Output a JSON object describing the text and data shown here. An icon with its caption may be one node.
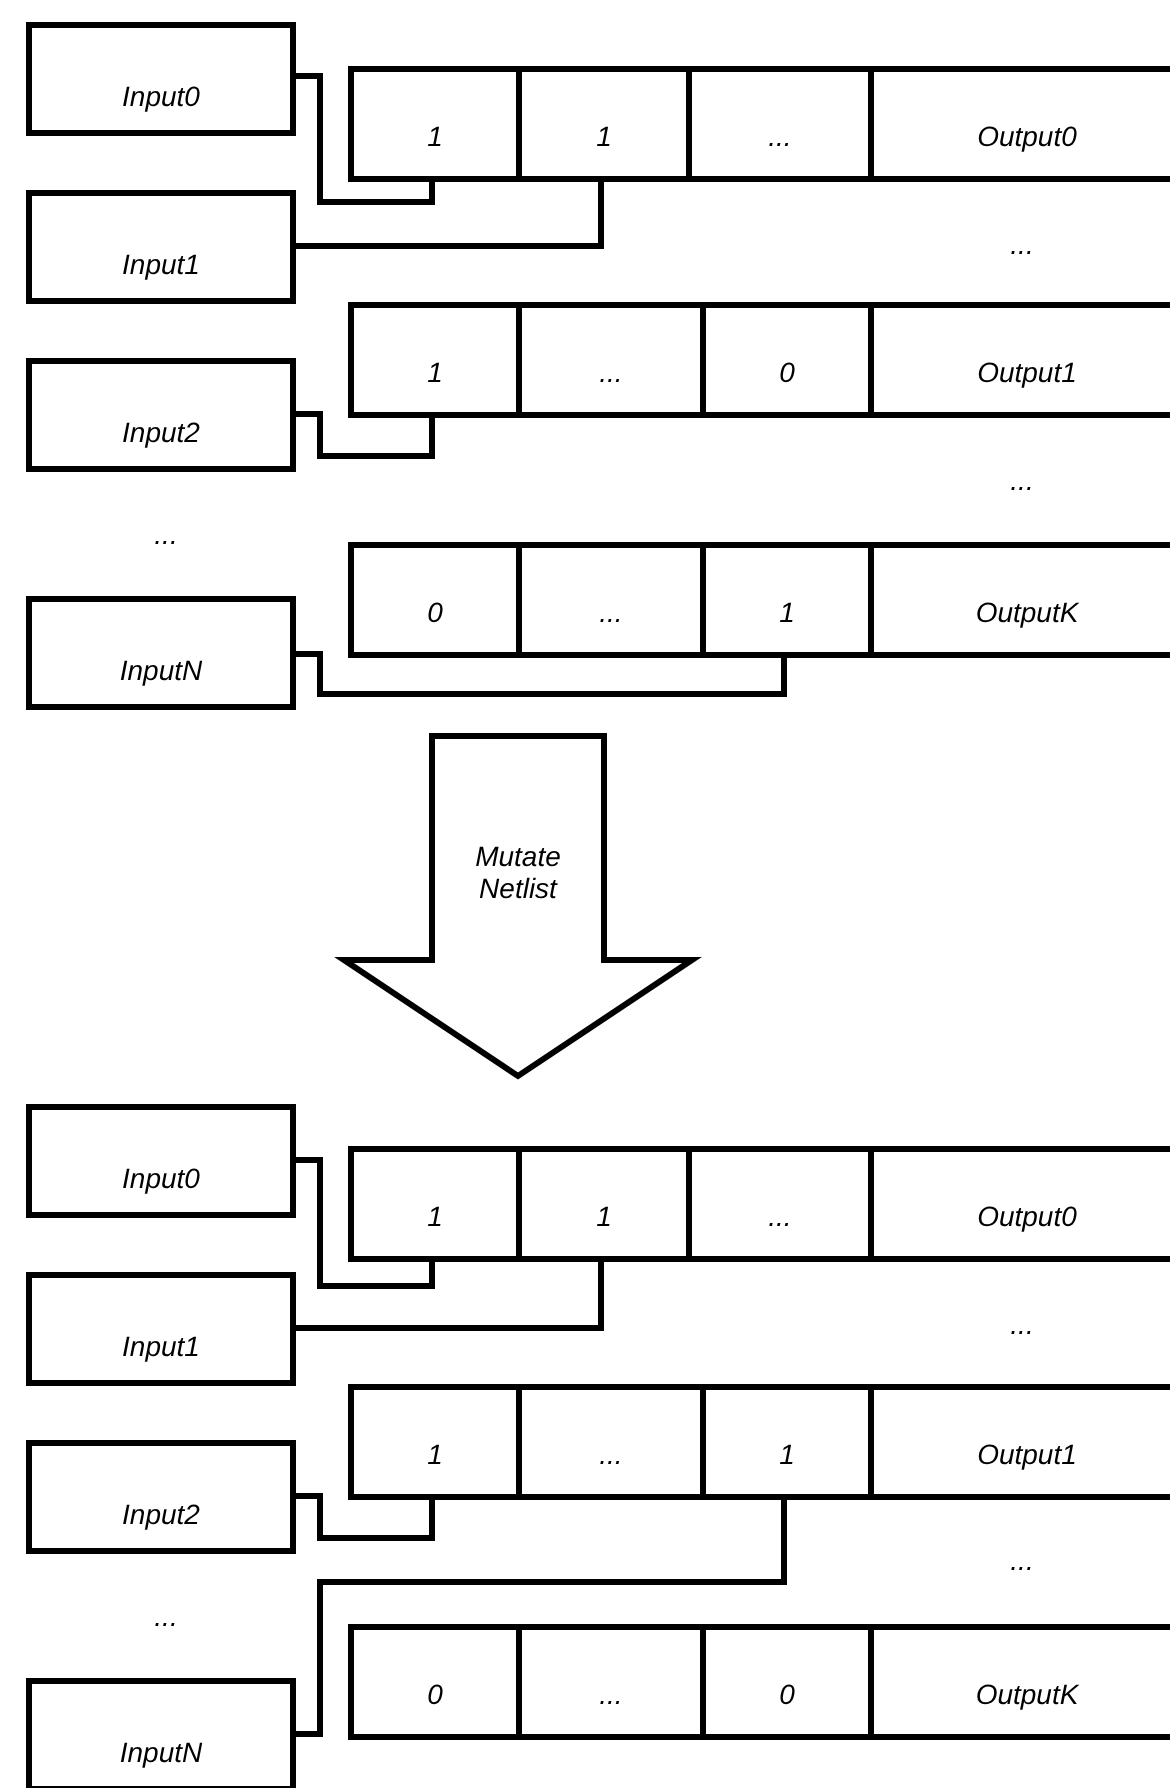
{
  "diagram": {
    "nodes": [
      {
        "text": [
          "Input0"
        ]
      },
      {
        "text": [
          "Input1"
        ]
      },
      {
        "text": [
          "Input2"
        ]
      },
      {
        "text": [
          "InputN"
        ]
      },
      {
        "text": [
          "1"
        ]
      },
      {
        "text": [
          "1"
        ]
      },
      {
        "text": [
          "..."
        ]
      },
      {
        "text": [
          "Output0"
        ]
      },
      {
        "text": [
          "1"
        ]
      },
      {
        "text": [
          "..."
        ]
      },
      {
        "text": [
          "0"
        ]
      },
      {
        "text": [
          "Output1"
        ]
      },
      {
        "text": [
          "0"
        ]
      },
      {
        "text": [
          "..."
        ]
      },
      {
        "text": [
          "1"
        ]
      },
      {
        "text": [
          "OutputK"
        ]
      },
      {
        "text": [
          "Mutate Netlist"
        ]
      },
      {
        "text": [
          "Input0"
        ]
      },
      {
        "text": [
          "Input1"
        ]
      },
      {
        "text": [
          "Input2"
        ]
      },
      {
        "text": [
          "InputN"
        ]
      },
      {
        "text": [
          "1"
        ]
      },
      {
        "text": [
          "1"
        ]
      },
      {
        "text": [
          "..."
        ]
      },
      {
        "text": [
          "Output0"
        ]
      },
      {
        "text": [
          "1"
        ]
      },
      {
        "text": [
          "..."
        ]
      },
      {
        "text": [
          "1"
        ]
      },
      {
        "text": [
          "Output1"
        ]
      },
      {
        "text": [
          "0"
        ]
      },
      {
        "text": [
          "..."
        ]
      },
      {
        "text": [
          "0"
        ]
      },
      {
        "text": [
          "OutputK"
        ]
      }
    ],
    "edges": [
      {
        "from": 0,
        "to": 4,
        "arrow": "none"
      },
      {
        "from": 1,
        "to": 5,
        "arrow": "none"
      },
      {
        "from": 2,
        "to": 8,
        "arrow": "none"
      },
      {
        "from": 3,
        "to": 14,
        "arrow": "none"
      },
      {
        "from": 17,
        "to": 21,
        "arrow": "none"
      },
      {
        "from": 18,
        "to": 22,
        "arrow": "none"
      },
      {
        "from": 19,
        "to": 25,
        "arrow": "none"
      },
      {
        "from": 20,
        "to": 27,
        "arrow": "none"
      }
    ],
    "labels": [
      "...",
      "...",
      "...",
      "...",
      "...",
      "..."
    ]
  }
}
